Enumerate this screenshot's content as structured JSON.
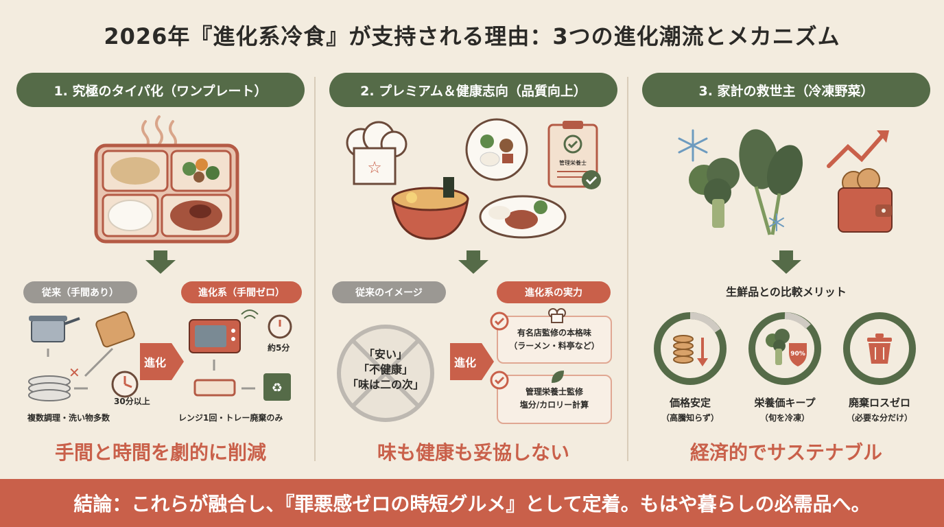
{
  "title": "2026年『進化系冷食』が支持される理由：3つの進化潮流とメカニズム",
  "columns": [
    {
      "header": "1. 究極のタイパ化（ワンプレート）",
      "before_tag": "従来（手間あり）",
      "after_tag": "進化系（手間ゼロ）",
      "time_before": "30分以上",
      "caption_before": "複数調理・洗い物多数",
      "time_after": "約5分",
      "caption_after": "レンジ1回・トレー廃棄のみ",
      "arrow_label": "進化",
      "summary": "手間と時間を劇的に削減"
    },
    {
      "header": "2. プレミアム＆健康志向（品質向上）",
      "before_tag": "従来のイメージ",
      "after_tag": "進化系の実力",
      "old_lines": [
        "「安い」",
        "「不健康」",
        "「味は二の次」"
      ],
      "arrow_label": "進化",
      "card1": [
        "有名店監修の本格味",
        "（ラーメン・料亭など）"
      ],
      "card2": [
        "管理栄養士監修",
        "塩分/カロリー計算"
      ],
      "clipboard_text": "管理栄養士",
      "summary": "味も健康も妥協しない"
    },
    {
      "header": "3. 家計の救世主（冷凍野菜）",
      "merit_title": "生鮮品との比較メリット",
      "merits": [
        {
          "label": "価格安定",
          "sub": "（高騰知らず）",
          "icon": "coins-down-icon"
        },
        {
          "label": "栄養価キープ",
          "sub": "（旬を冷凍）",
          "icon": "broccoli-shield-icon",
          "badge": "90%"
        },
        {
          "label": "廃棄ロスゼロ",
          "sub": "（必要な分だけ）",
          "icon": "trash-can-icon"
        }
      ],
      "summary": "経済的でサステナブル"
    }
  ],
  "conclusion": "結論：これらが融合し、『罪悪感ゼロの時短グルメ』として定着。もはや暮らしの必需品へ。",
  "colors": {
    "green": "#556b48",
    "red": "#c9604a",
    "gray": "#9b9893",
    "background": "#f3ecdf"
  }
}
